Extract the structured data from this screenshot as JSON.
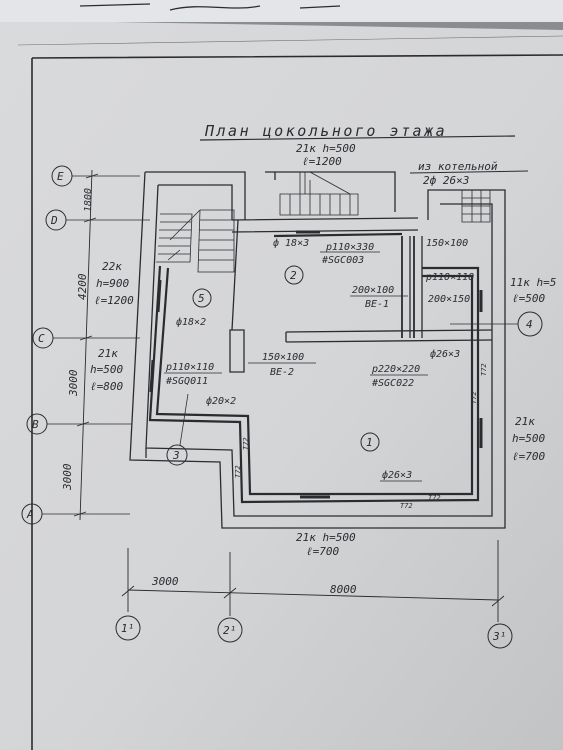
{
  "title": "План цокольного этажа",
  "title_spec": {
    "line1": "21к h=500",
    "line2": "ℓ=1200"
  },
  "boiler_note": {
    "line1": "из котельной",
    "line2": "2ф 26×3"
  },
  "axes_rows": [
    "E",
    "D",
    "C",
    "B",
    "A"
  ],
  "axes_cols": [
    "1¹",
    "2¹",
    "3¹"
  ],
  "dims_vertical": [
    "1800",
    "4200",
    "3000",
    "3000"
  ],
  "dims_horizontal": [
    "3000",
    "8000"
  ],
  "rooms": [
    "5",
    "2",
    "1",
    "4",
    "3"
  ],
  "radiators": {
    "left_top": {
      "line1": "22к",
      "line2": "h=900",
      "line3": "ℓ=1200"
    },
    "left_mid": {
      "line1": "21к",
      "line2": "h=500",
      "line3": "ℓ=800"
    },
    "right_top": {
      "line1": "11к h=5",
      "line2": "ℓ=500"
    },
    "right_mid": {
      "line1": "21к",
      "line2": "h=500",
      "line3": "ℓ=700"
    },
    "bottom": {
      "line1": "21к h=500",
      "line2": "ℓ=700"
    }
  },
  "labels": {
    "pipe_18x3": "ф 18×3",
    "duct_110x330": "р110×330",
    "grille_sgc003": "#SGC003",
    "d150x100_top": "150×100",
    "d110x110_right": "р110×110",
    "d200x100": "200×100",
    "be1": "ВЕ-1",
    "d200x150": "200×150",
    "pipe_18x2": "ф18×2",
    "d150x100_mid": "150×100",
    "be2": "ВЕ-2",
    "d110x110_left": "р110×110",
    "grille_sgq011": "#SGQ011",
    "pipe_20x2": "ф20×2",
    "d220x220": "р220×220",
    "grille_sgc022": "#SGC022",
    "pipe_26x3_right": "ф26×3",
    "pipe_26x3_bottom": "ф26×3",
    "t72_a": "Т72",
    "t72_b": "Т72",
    "t72_c": "Т72",
    "t72_d": "Т72",
    "t72_e": "Т72",
    "t72_f": "Т72"
  }
}
